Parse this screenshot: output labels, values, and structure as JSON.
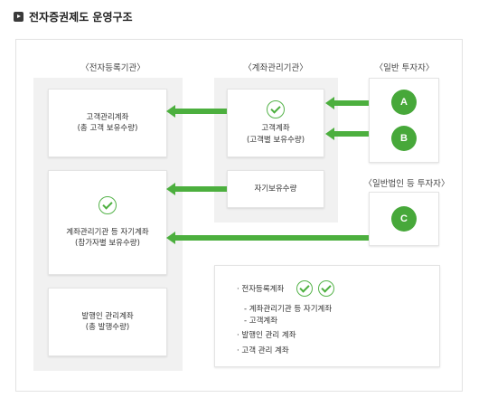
{
  "title": "전자증권제도 운영구조",
  "sections": {
    "registry": "〈전자등록기관〉",
    "account_mgmt": "〈계좌관리기관〉",
    "general_investor": "〈일반 투자자〉",
    "corporate_investor": "〈일반법인 등 투자자〉"
  },
  "boxes": {
    "customer_mgmt_account": {
      "line1": "고객관리계좌",
      "line2": "(총 고객 보유수량)"
    },
    "customer_account": {
      "line1": "고객계좌",
      "line2": "(고객별 보유수량)"
    },
    "own_holdings": {
      "line1": "자기보유수량"
    },
    "institution_own_account": {
      "line1": "계좌관리기관 등 자기계좌",
      "line2": "(참가자별 보유수량)"
    },
    "issuer_mgmt_account": {
      "line1": "발행인 관리계좌",
      "line2": "(총 발행수량)"
    }
  },
  "investors": [
    "A",
    "B",
    "C"
  ],
  "legend": {
    "item1": "· 전자등록계좌",
    "sub1": "- 계좌관리기관 등 자기계좌",
    "sub2": "- 고객계좌",
    "item2": "· 발행인 관리 계좌",
    "item3": "· 고객 관리 계좌"
  },
  "colors": {
    "accent": "#4caf3e",
    "zone": "#f1f1f1"
  }
}
